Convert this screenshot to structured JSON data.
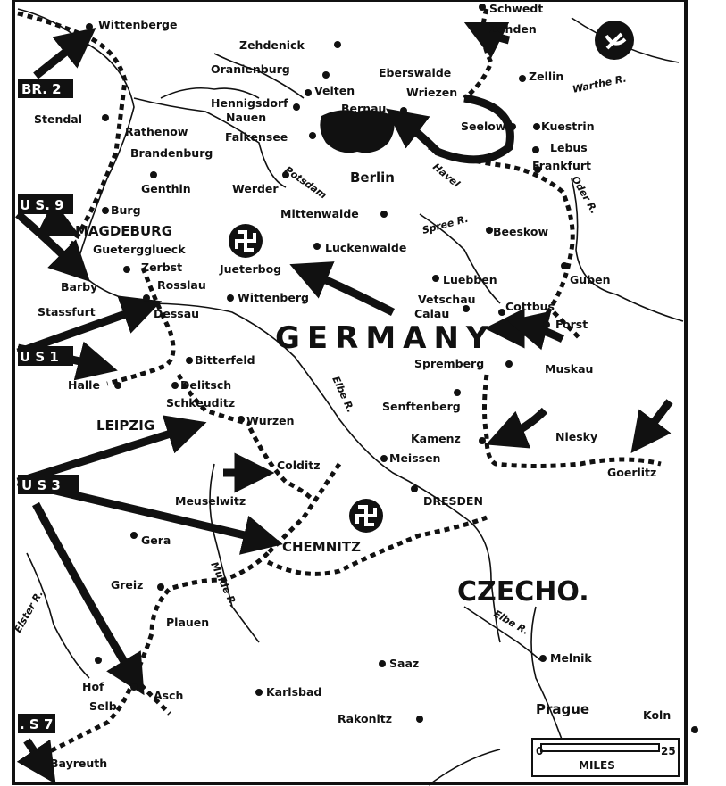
{
  "armies": {
    "br2": "BR. 2",
    "us9": "U S. 9",
    "us1": "U S 1",
    "us3": "U S 3",
    "us7": ". S 7"
  },
  "regions": {
    "germany": "GERMANY",
    "czecho": "CZECHO."
  },
  "cities": {
    "schwedt": "Schwedt",
    "wittenberge": "Wittenberge",
    "zehdenick": "Zehdenick",
    "zehden": "Zehden",
    "oranienburg": "Oranienburg",
    "zellin": "Zellin",
    "eberswalde": "Eberswalde",
    "velten": "Velten",
    "wriezen": "Wriezen",
    "hennigsdorf": "Hennigsdorf",
    "nauen": "Nauen",
    "bernau": "Bernau",
    "stendal": "Stendal",
    "rathenow": "Rathenow",
    "seelow": "Seelow",
    "kuestrin": "Kuestrin",
    "falkensee": "Falkensee",
    "lebus": "Lebus",
    "brandenburg": "Brandenburg",
    "frankfurt": "Frankfurt",
    "berlin": "Berlin",
    "genthin": "Genthin",
    "werder": "Werder",
    "potsdam": "Potsdam",
    "burg": "Burg",
    "mittenwalde": "Mittenwalde",
    "magdeburg": "MAGDEBURG",
    "beeskow": "Beeskow",
    "guetergglueck": "Guetergglueck",
    "luckenwalde": "Luckenwalde",
    "zerbst": "Zerbst",
    "jueterbog": "Jueterbog",
    "rosslau": "Rosslau",
    "luebben": "Luebben",
    "barby": "Barby",
    "guben": "Guben",
    "wittenberg": "Wittenberg",
    "vetschau": "Vetschau",
    "stassfurt": "Stassfurt",
    "dessau": "Dessau",
    "calau": "Calau",
    "cottbus": "Cottbus",
    "forst": "Forst",
    "bitterfeld": "Bitterfeld",
    "spremberg": "Spremberg",
    "muskau": "Muskau",
    "halle": "Halle",
    "delitzsch": "Delitsch",
    "schkeuditz": "Schkeuditz",
    "senftenberg": "Senftenberg",
    "leipzig": "LEIPZIG",
    "wurzen": "Wurzen",
    "kamenz": "Kamenz",
    "niesky": "Niesky",
    "colditz": "Colditz",
    "meissen": "Meissen",
    "goerlitz": "Goerlitz",
    "meuselwitz": "Meuselwitz",
    "dresden": "DRESDEN",
    "gera": "Gera",
    "chemnitz": "CHEMNITZ",
    "greiz": "Greiz",
    "plauen": "Plauen",
    "melnik": "Melnik",
    "saaz": "Saaz",
    "hof": "Hof",
    "asch": "Asch",
    "karlsbad": "Karlsbad",
    "selb": "Selb",
    "prague": "Prague",
    "kolin": "Koln",
    "rakonitz": "Rakonitz",
    "bayreuth": "Bayreuth"
  },
  "rivers": {
    "warthe": "Warthe R.",
    "oder": "Oder R.",
    "havel": "Havel",
    "spree": "Spree R.",
    "elbe": "Elbe R.",
    "elbe_cz": "Elbe R.",
    "mulde": "Mulde R.",
    "elster": "Elster R."
  },
  "scale": {
    "min": "0",
    "max": "25",
    "unit": "MILES"
  },
  "icons": {
    "soviet": "hammer-sickle-icon",
    "nazi": "swastika-icon"
  }
}
